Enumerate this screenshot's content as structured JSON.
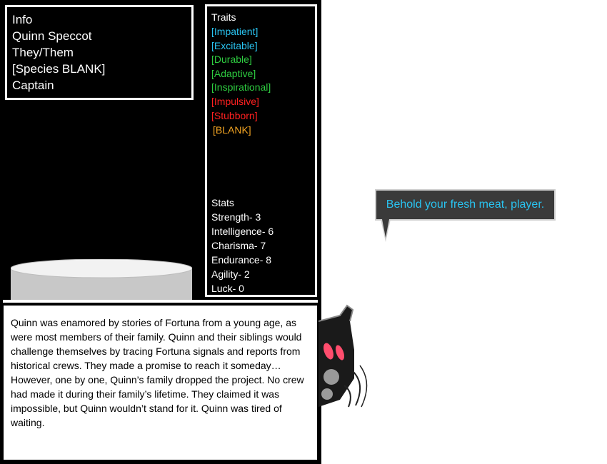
{
  "info": {
    "title": "Info",
    "name": "Quinn Speccot",
    "pronouns": "They/Them",
    "species": "[Species BLANK]",
    "role": "Captain"
  },
  "traits": {
    "title": "Traits",
    "items": [
      {
        "label": "[Impatient]",
        "color": "#29c3f0"
      },
      {
        "label": "[Excitable]",
        "color": "#29c3f0"
      },
      {
        "label": "[Durable]",
        "color": "#2ecc40"
      },
      {
        "label": "[Adaptive]",
        "color": "#2ecc40"
      },
      {
        "label": "[Inspirational]",
        "color": "#2ecc40"
      },
      {
        "label": "[Impulsive]",
        "color": "#ff2020"
      },
      {
        "label": "[Stubborn]",
        "color": "#ff2020"
      },
      {
        "label": "[BLANK]",
        "color": "#f5a623"
      }
    ]
  },
  "stats": {
    "title": "Stats",
    "items": [
      "Strength- 3",
      "Intelligence- 6",
      "Charisma- 7",
      "Endurance- 8",
      "Agility- 2",
      "Luck- 0"
    ]
  },
  "story": {
    "text": "Quinn was enamored by stories of Fortuna from a young age, as were most members of their family. Quinn and their siblings would challenge themselves by tracing Fortuna signals and reports from historical crews. They made a promise to reach it someday… However, one by one, Quinn’s family dropped the project. No crew had made it during their family’s lifetime. They claimed it was impossible, but Quinn wouldn’t stand for it. Quinn was tired of waiting."
  },
  "dialogue": {
    "text": "Behold your fresh meat, player.",
    "color": "#29c3f0"
  }
}
